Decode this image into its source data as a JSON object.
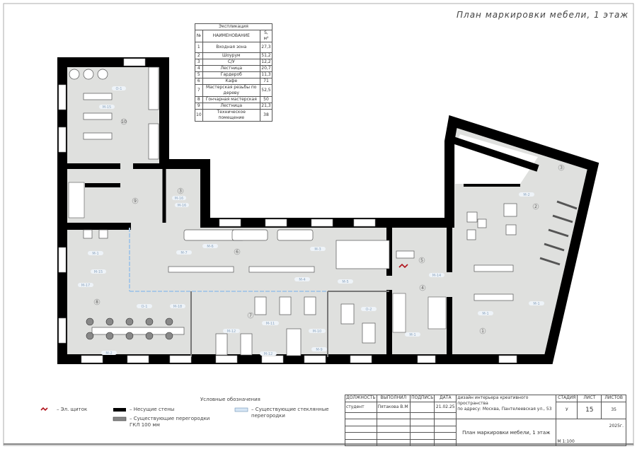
{
  "title": "План маркировки мебели, 1 этаж",
  "explication": {
    "caption": "Экспликация",
    "headers": {
      "num": "№",
      "name": "НАИМЕНОВАНИЕ",
      "area": "S, м²"
    },
    "rows": [
      {
        "num": "1",
        "name": "Входная зона",
        "area": "27,3"
      },
      {
        "num": "2",
        "name": "Шоурум",
        "area": "51,2"
      },
      {
        "num": "3",
        "name": "С/У",
        "area": "12,2"
      },
      {
        "num": "4",
        "name": "Лестница",
        "area": "20,7"
      },
      {
        "num": "5",
        "name": "Гардероб",
        "area": "11,3"
      },
      {
        "num": "6",
        "name": "Кафе",
        "area": "71"
      },
      {
        "num": "7",
        "name": "Мастерская резьбы по дереву",
        "area": "52,5"
      },
      {
        "num": "8",
        "name": "Гончарная мастерская",
        "area": "50"
      },
      {
        "num": "9",
        "name": "Лестница",
        "area": "21,3"
      },
      {
        "num": "10",
        "name": "Техническое помещение",
        "area": "38"
      }
    ]
  },
  "rooms": [
    "1",
    "2",
    "3",
    "4",
    "5",
    "6",
    "7",
    "8",
    "9",
    "3",
    "10"
  ],
  "tags": [
    "О-1",
    "М-15",
    "М-16",
    "М-16",
    "М-6",
    "М-3",
    "М-7",
    "М-4",
    "М-5",
    "М-1",
    "М-15",
    "М-17",
    "О-1",
    "М-18",
    "М-2",
    "М-11",
    "М-12",
    "М-10",
    "М-12",
    "М-9",
    "О-2",
    "М-2",
    "М-14",
    "М-1",
    "М-1",
    "М-1"
  ],
  "legend": {
    "title": "Условные обозначения",
    "panel": "– Эл. щиток",
    "bearing": "– Несущие стены",
    "gkl_1": "– Существующие перегородки",
    "gkl_2": "ГКЛ 100  мм",
    "glass_1": "– Существующие стеклянные",
    "glass_2": "перегородки"
  },
  "title_block": {
    "h_position": "ДОЛЖНОСТЬ",
    "h_performer": "ВЫПОЛНИЛ",
    "h_signature": "ПОДПИСЬ",
    "h_date": "ДАТА",
    "position": "студент",
    "performer": "Пятакова В.М",
    "date": "21.02.25",
    "project_1": "дизайн интерьера креативного пространства",
    "project_2": "по адресу: Москва, Пантелеевская ул., 53",
    "h_stage": "СТАДИЯ",
    "h_sheet": "ЛИСТ",
    "h_sheets": "ЛИСТОВ",
    "stage": "У",
    "sheet": "15",
    "sheets": "35",
    "sheet_title": "План маркировки мебели, 1 этаж",
    "year": "2025г.",
    "scale": "М 1:100"
  },
  "colors": {
    "floor": "#dfe0de",
    "wall": "#000000",
    "glass": "#a9c8e6",
    "panel": "#b0121b"
  }
}
